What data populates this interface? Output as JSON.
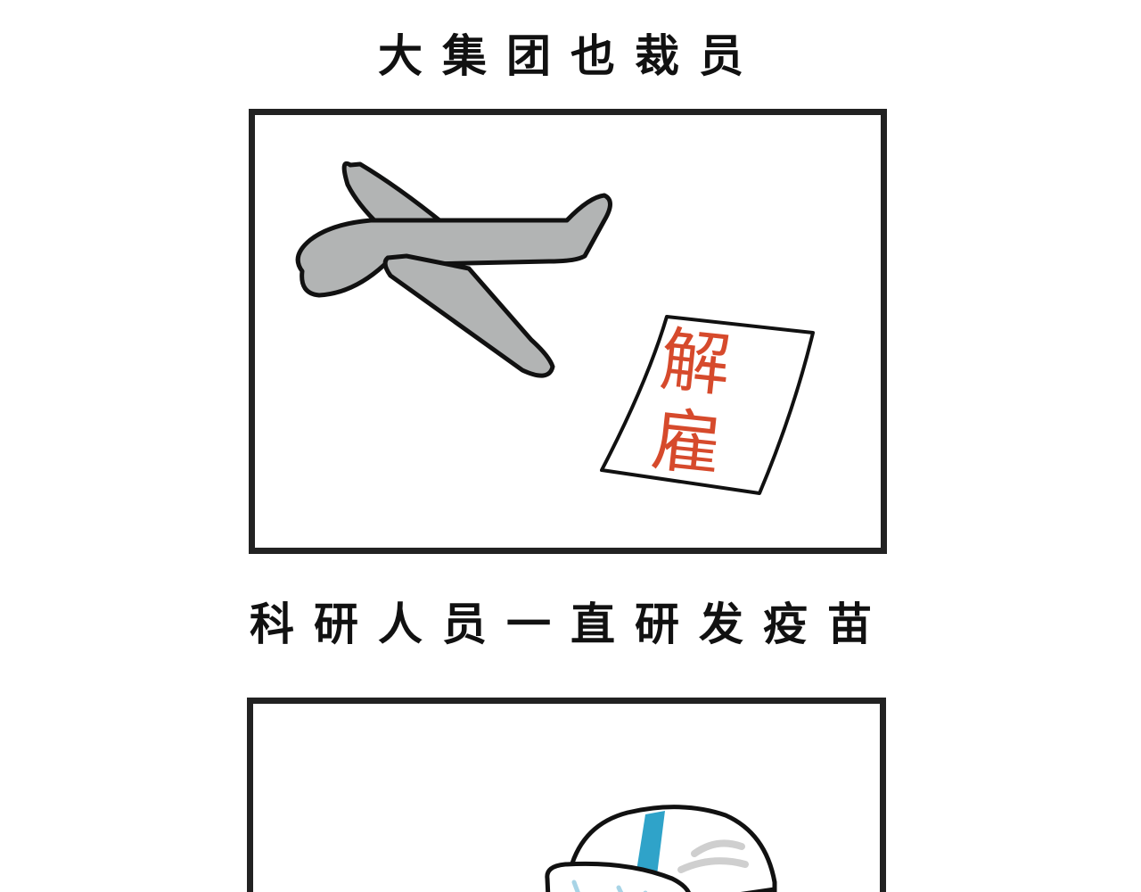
{
  "captions": {
    "top": "大集团也裁员",
    "middle": "科研人员一直研发疫苗"
  },
  "panel_1": {
    "document_text_line1": "解",
    "document_text_line2": "雇",
    "airplane_icon": "airplane-icon",
    "document_icon": "dismissal-notice-icon"
  },
  "panel_2": {
    "helmet_icon": "protective-helmet-icon"
  },
  "colors": {
    "ink": "#222222",
    "plane_fill": "#b2b4b4",
    "stamp_red": "#d64a2c",
    "helmet_stripe": "#2fa3c9",
    "visor_light": "#a8d4e6"
  }
}
